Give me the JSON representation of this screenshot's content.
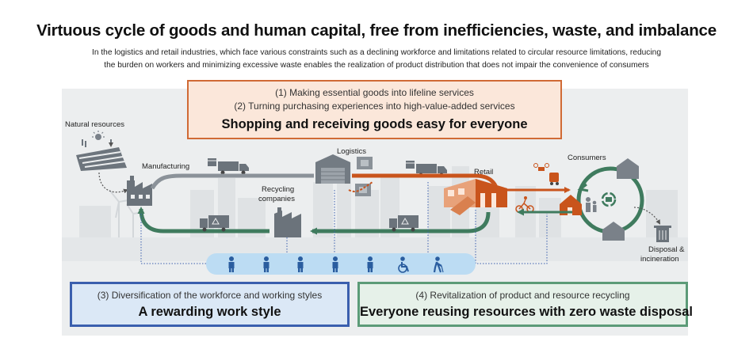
{
  "title": "Virtuous cycle of goods and human capital, free from inefficiencies, waste, and imbalance",
  "subtitle": [
    "In the logistics and retail industries, which face various constraints such as a declining workforce and limitations related to circular resource limitations, reducing",
    "the burden on workers and minimizing excessive waste enables the realization of product distribution that does not impair the convenience of consumers"
  ],
  "top_box": {
    "line1": "(1) Making essential goods into lifeline services",
    "line2": "(2) Turning purchasing experiences into high-value-added services",
    "headline": "Shopping and receiving goods easy for everyone"
  },
  "bottom_left_box": {
    "line1": "(3) Diversification of the workforce and working styles",
    "headline": "A rewarding work style"
  },
  "bottom_right_box": {
    "line1": "(4) Revitalization of product and resource recycling",
    "headline": "Everyone reusing resources with zero waste disposal"
  },
  "labels": {
    "natural_resources": "Natural resources",
    "manufacturing": "Manufacturing",
    "logistics": "Logistics",
    "recycling_line1": "Recycling",
    "recycling_line2": "companies",
    "retail": "Retail",
    "consumers": "Consumers",
    "disposal_line1": "Disposal &",
    "disposal_line2": "incineration"
  },
  "colors": {
    "orange_flow": "#c9541c",
    "green_flow": "#3f7b5e",
    "blue_band": "#bcdcf3",
    "person_icon": "#2a5d9f"
  },
  "workforce_icons": [
    "person-icon",
    "person-icon",
    "person-icon",
    "person-icon",
    "person-icon",
    "wheelchair-icon",
    "elderly-cane-icon"
  ]
}
